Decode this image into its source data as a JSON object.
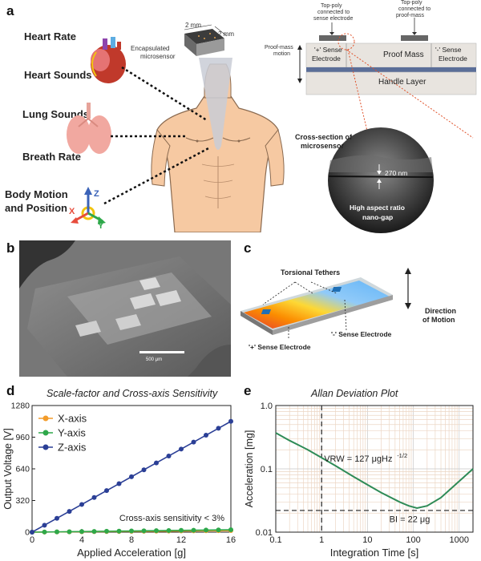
{
  "panels": {
    "a": "a",
    "b": "b",
    "c": "c",
    "d": "d",
    "e": "e"
  },
  "panel_a": {
    "signals": [
      "Heart Rate",
      "Heart Sounds",
      "Lung Sounds",
      "Breath Rate",
      "Body Motion",
      "and Position"
    ],
    "chip_dims": [
      "2 mm",
      "2 mm"
    ],
    "chip_label": [
      "Encapsulated",
      "microsensor"
    ],
    "axis_labels": {
      "x": "X",
      "y": "Y",
      "z": "Z"
    },
    "cross_section": {
      "top_poly_left": [
        "Top-poly",
        "connected to",
        "sense electrode"
      ],
      "top_poly_right": [
        "Top-poly",
        "connected to",
        "proof-mass"
      ],
      "motion_label": [
        "Proof-mass",
        "motion"
      ],
      "plus_electrode": [
        "'+' Sense",
        "Electrode"
      ],
      "proof_mass": "Proof Mass",
      "minus_electrode": [
        "'-' Sense",
        "Electrode"
      ],
      "handle_layer": "Handle Layer",
      "cross_section_title": [
        "Cross-section of",
        "microsensor"
      ],
      "gap_size": "270 nm",
      "gap_caption": [
        "High aspect ratio",
        "nano-gap"
      ]
    }
  },
  "panel_b": {
    "scale_bar": "500 μm"
  },
  "panel_c": {
    "torsional": "Torsional Tethers",
    "direction": [
      "Direction",
      "of Motion"
    ],
    "minus_electrode": "'-' Sense Electrode",
    "plus_electrode": "'+' Sense Electrode"
  },
  "chart_data": [
    {
      "type": "line",
      "title": "Scale-factor and Cross-axis Sensitivity",
      "xlabel": "Applied Acceleration [g]",
      "ylabel": "Output Voltage [V]",
      "xlim": [
        0,
        16
      ],
      "ylim": [
        0,
        1280
      ],
      "xticks": [
        0,
        4,
        8,
        12,
        16
      ],
      "yticks": [
        0,
        320,
        640,
        960,
        1280
      ],
      "x": [
        0,
        1,
        2,
        3,
        4,
        5,
        6,
        7,
        8,
        9,
        10,
        11,
        12,
        13,
        14,
        15,
        16
      ],
      "series": [
        {
          "name": "X-axis",
          "color": "#f39c2a",
          "values": [
            0,
            1,
            2,
            3,
            4,
            5,
            6,
            7,
            8,
            9,
            10,
            11,
            12,
            13,
            14,
            15,
            16
          ]
        },
        {
          "name": "Y-axis",
          "color": "#2ea84a",
          "values": [
            0,
            1.5,
            3,
            4.5,
            6,
            7.5,
            9,
            10.5,
            12,
            13.5,
            15,
            16.5,
            18,
            19.5,
            21,
            22.5,
            24
          ]
        },
        {
          "name": "Z-axis",
          "color": "#2b3f96",
          "values": [
            0,
            70,
            140,
            210,
            280,
            350,
            420,
            490,
            560,
            630,
            700,
            770,
            840,
            910,
            980,
            1050,
            1120
          ]
        }
      ],
      "annotation": "Cross-axis sensitivity < 3%",
      "legend": "top-left",
      "grid": false
    },
    {
      "type": "line",
      "title": "Allan Deviation Plot",
      "xlabel": "Integration Time [s]",
      "ylabel": "Acceleration [mg]",
      "xscale": "log",
      "yscale": "log",
      "xlim": [
        0.1,
        2000
      ],
      "ylim": [
        0.01,
        1.0
      ],
      "xticks": [
        "0.1",
        "1",
        "10",
        "100",
        "1000"
      ],
      "yticks": [
        "0.01",
        "0.1",
        "1.0"
      ],
      "series": [
        {
          "color": "#2e8b57",
          "x": [
            0.1,
            0.2,
            0.5,
            1,
            2,
            5,
            10,
            20,
            50,
            80,
            120,
            200,
            400,
            800,
            2000
          ],
          "values": [
            0.37,
            0.28,
            0.2,
            0.15,
            0.112,
            0.075,
            0.056,
            0.042,
            0.03,
            0.026,
            0.024,
            0.026,
            0.035,
            0.055,
            0.1
          ]
        }
      ],
      "vrw_label": "VRW = 127 μgHz",
      "vrw_exponent": "-1/2",
      "bi_label": "BI = 22 μg",
      "vrw_line_x": 1,
      "bi_line_y": 0.022,
      "grid": true
    }
  ]
}
